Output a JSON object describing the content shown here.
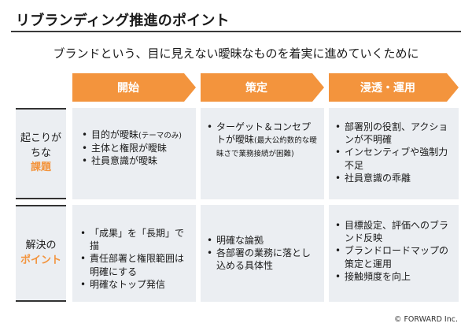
{
  "title": "リブランディング推進のポイント",
  "subtitle": "ブランドという、目に見えない曖昧なものを着実に進めていくために",
  "phases": [
    "開始",
    "策定",
    "浸透・運用"
  ],
  "rows": [
    {
      "label_line1": "起こりがちな",
      "label_accent": "課題",
      "cells": [
        [
          {
            "text": "目的が曖昧",
            "note": "(テーマのみ)"
          },
          {
            "text": "主体と権限が曖昧"
          },
          {
            "text": "社員意識が曖昧"
          }
        ],
        [
          {
            "text": "ターゲット＆コンセプトが曖昧",
            "note": "(最大公約数的な曖昧さで業務接続が困難)"
          }
        ],
        [
          {
            "text": "部署別の役割、アクションが不明確"
          },
          {
            "text": "インセンティブや強制力不足"
          },
          {
            "text": "社員意識の乖離"
          }
        ]
      ]
    },
    {
      "label_line1": "解決の",
      "label_accent": "ポイント",
      "cells": [
        [
          {
            "text": "「成果」を「長期」で描"
          },
          {
            "text": "責任部署と権限範囲は明確にする"
          },
          {
            "text": "明確なトップ発信"
          }
        ],
        [
          {
            "text": "明確な論拠"
          },
          {
            "text": "各部署の業務に落とし込める具体性"
          }
        ],
        [
          {
            "text": "目標設定、評価へのブランド反映"
          },
          {
            "text": "ブランドロードマップの策定と運用"
          },
          {
            "text": "接触頻度を向上"
          }
        ]
      ]
    }
  ],
  "copyright": "© FORWARD Inc.",
  "colors": {
    "accent": "#f3943d",
    "cell_bg": "#ebeef2",
    "rule": "#333333"
  }
}
